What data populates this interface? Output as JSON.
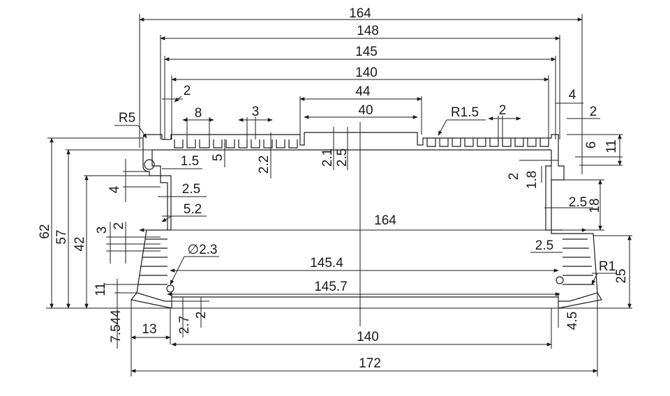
{
  "labels": {
    "w164": "164",
    "w148": "148",
    "w145": "145",
    "w140": "140",
    "w44": "44",
    "w40": "40",
    "w8": "8",
    "w3": "3",
    "w2a": "2",
    "r15": "R1.5",
    "w2b": "2",
    "w4": "4",
    "w2c": "2",
    "h6": "6",
    "h11r": "11",
    "r5": "R5",
    "t15": "1.5",
    "h5": "5",
    "h22": "2.2",
    "h21": "2.1",
    "h25": "2.5",
    "v2": "2",
    "v18": "1.8",
    "t25a": "2.5",
    "t52": "5.2",
    "v4": "4",
    "v3": "3",
    "v2l": "2",
    "inner164": "164",
    "t25r": "2.5",
    "h18": "18",
    "t25b": "2.5",
    "h62": "62",
    "h57": "57",
    "h42": "42",
    "phi23": "∅2.3",
    "w1454": "145.4",
    "w1457": "145.7",
    "r1": "R1",
    "h25r": "25",
    "h11l": "11",
    "v7544": "7.544",
    "w13": "13",
    "v27": "2.7",
    "v2b": "2",
    "v45": "4.5",
    "b140": "140",
    "b172": "172"
  }
}
